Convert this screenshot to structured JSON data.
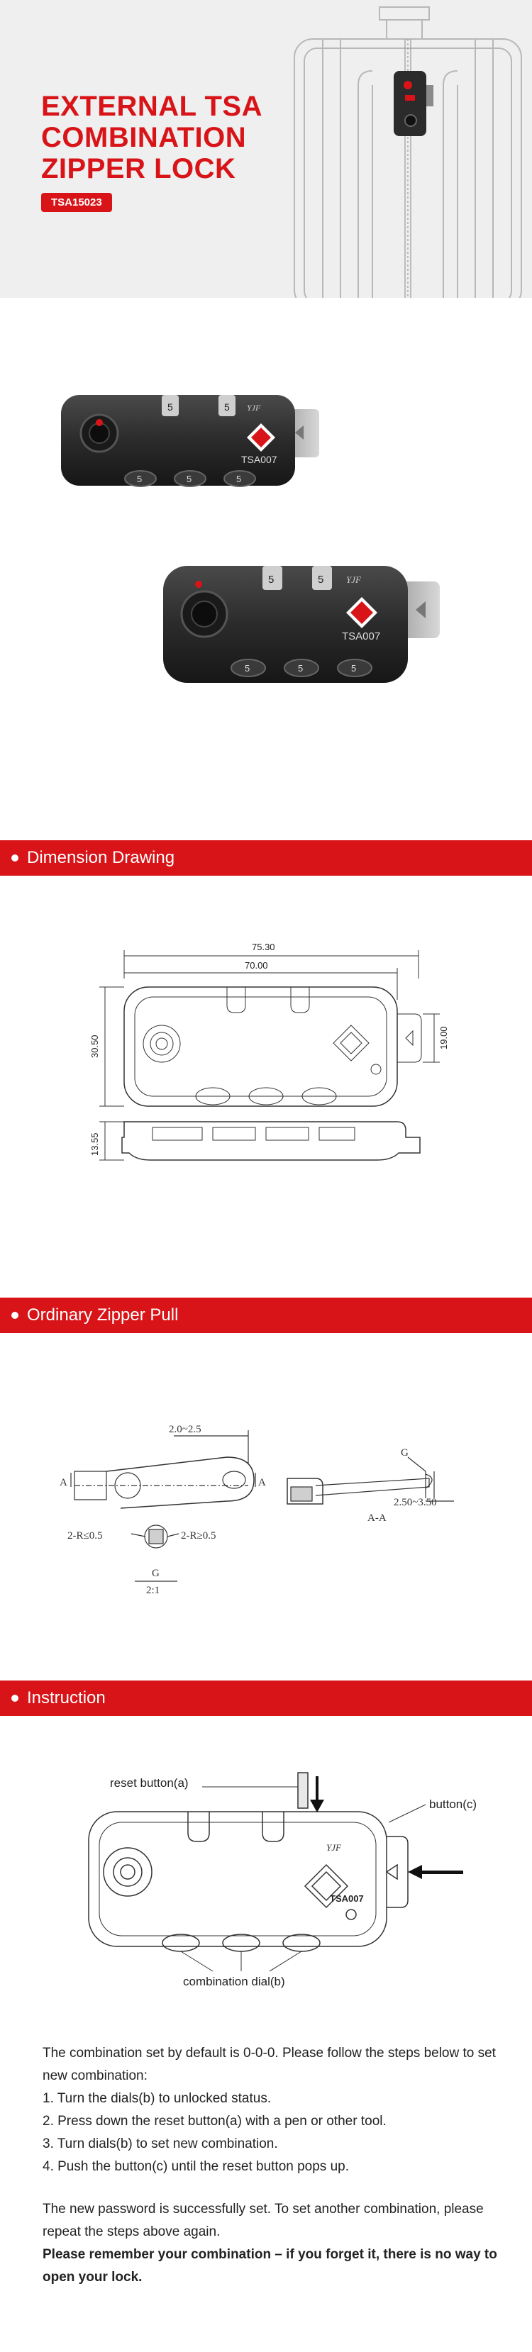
{
  "hero": {
    "title_lines": [
      "EXTERNAL TSA",
      "COMBINATION",
      "ZIPPER LOCK"
    ],
    "model_badge": "TSA15023"
  },
  "product": {
    "brand_mark": "YJF",
    "model_mark": "TSA007",
    "dial_digit": "5"
  },
  "sections": {
    "dimension": "Dimension Drawing",
    "zipper": "Ordinary Zipper Pull",
    "instruction": "Instruction"
  },
  "dimension_drawing": {
    "overall_length": "75.30",
    "body_length": "70.00",
    "height": "30.50",
    "button_height": "19.00",
    "thickness": "13.55"
  },
  "zipper_drawing": {
    "width_range": "2.0~2.5",
    "label_a": "A",
    "label_g": "G",
    "radius_left": "2-R≤0.5",
    "radius_right": "2-R≥0.5",
    "detail_g": "G",
    "scale": "2:1",
    "thickness_range": "2.50~3.50",
    "section_aa": "A-A"
  },
  "instruction_drawing": {
    "reset_button": "reset button(a)",
    "button_c": "button(c)",
    "dial_b": "combination dial(b)"
  },
  "instructions": {
    "intro": "The combination set by default is 0-0-0. Please follow the steps below to set new combination:",
    "steps": [
      "1. Turn the dials(b) to unlocked status.",
      "2. Press down the reset button(a) with a pen or other tool.",
      "3. Turn dials(b) to set new combination.",
      "4. Push the button(c) until the reset button pops up."
    ],
    "success": "The new password is successfully set. To set another combination, please repeat the steps above again.",
    "warning": "Please remember your combination – if you forget it, there is no way to open your lock."
  },
  "colors": {
    "brand_red": "#d81418",
    "hero_bg": "#efefef",
    "lock_body": "#2b2b2b"
  }
}
